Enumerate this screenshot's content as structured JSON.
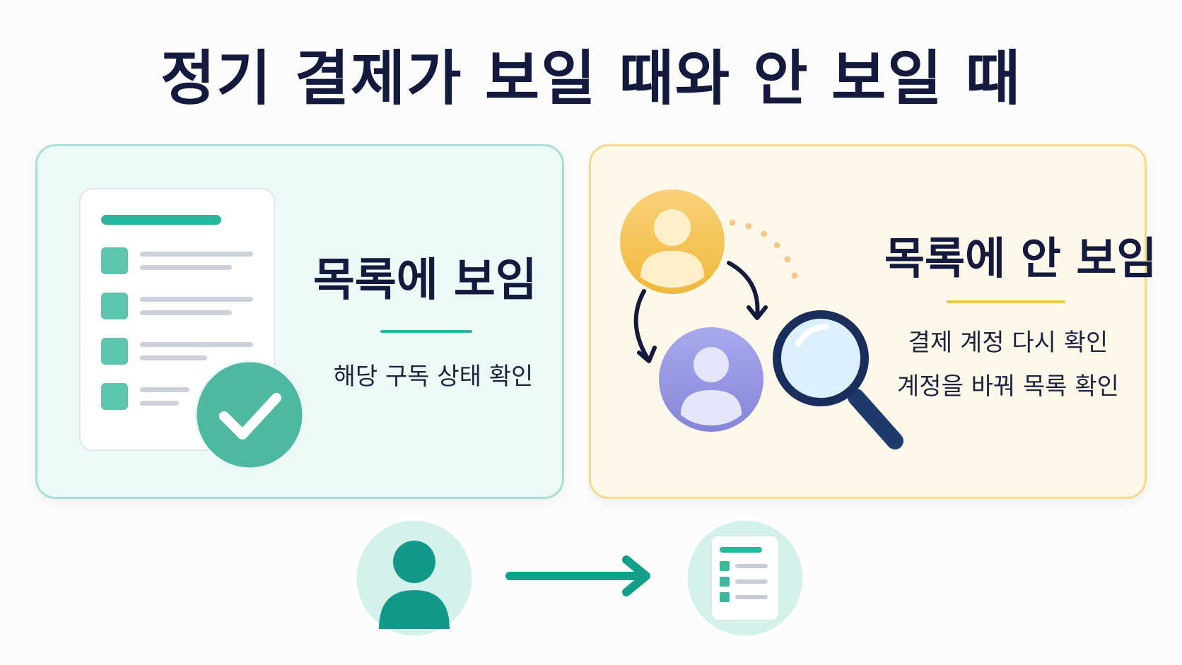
{
  "title": "정기 결제가 보일 때와 안 보일 때",
  "left_panel": {
    "heading": "목록에 보임",
    "lines": [
      "해당 구독 상태 확인"
    ],
    "accent": "#2bb59c"
  },
  "right_panel": {
    "heading": "목록에 안 보임",
    "lines": [
      "결제 계정 다시 확인",
      "계정을 바꿔 목록 확인"
    ],
    "accent": "#f2c24e"
  },
  "icons": {
    "left": [
      "document-list-icon",
      "checkmark-badge-icon"
    ],
    "right": [
      "user-avatar-yellow-icon",
      "user-avatar-purple-icon",
      "switch-arrows-icon",
      "magnifier-icon"
    ],
    "bottom": [
      "user-icon",
      "arrow-right-icon",
      "list-icon"
    ]
  },
  "colors": {
    "teal": "#2bb59c",
    "dark_navy": "#141a3d",
    "yellow": "#f2c24e",
    "purple": "#8f8fe0"
  }
}
